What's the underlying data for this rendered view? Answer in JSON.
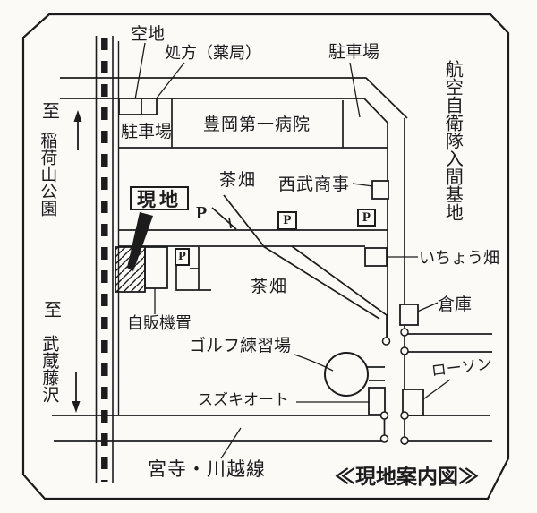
{
  "colors": {
    "ink": "#1c1c1c",
    "paper": "#fbfaf7"
  },
  "title": "≪現地案内図≫",
  "margins": {
    "left_top": {
      "to": "至",
      "destination": "稲荷山公園"
    },
    "left_bottom": {
      "to": "至",
      "destination": "武蔵藤沢"
    },
    "right": {
      "area": "航空自衛隊入間基地"
    },
    "bottom_road": "宮寺・川越線"
  },
  "places": {
    "vacant_lot": "空地",
    "pharmacy": "処方（薬局）",
    "parking_northeast": "駐車場",
    "parking_west": "駐車場",
    "hospital": "豊岡第一病院",
    "tea_field_north": "茶畑",
    "tea_field_south": "茶畑",
    "seibu_shoji": "西武商事",
    "site": "現地",
    "ginkgo_field": "いちょう畑",
    "warehouse": "倉庫",
    "vending_machines": "自販機置",
    "golf_range": "ゴルフ練習場",
    "suzuki_auto": "スズキオート",
    "lawson": "ローソン"
  },
  "markers": {
    "parking": "P"
  }
}
